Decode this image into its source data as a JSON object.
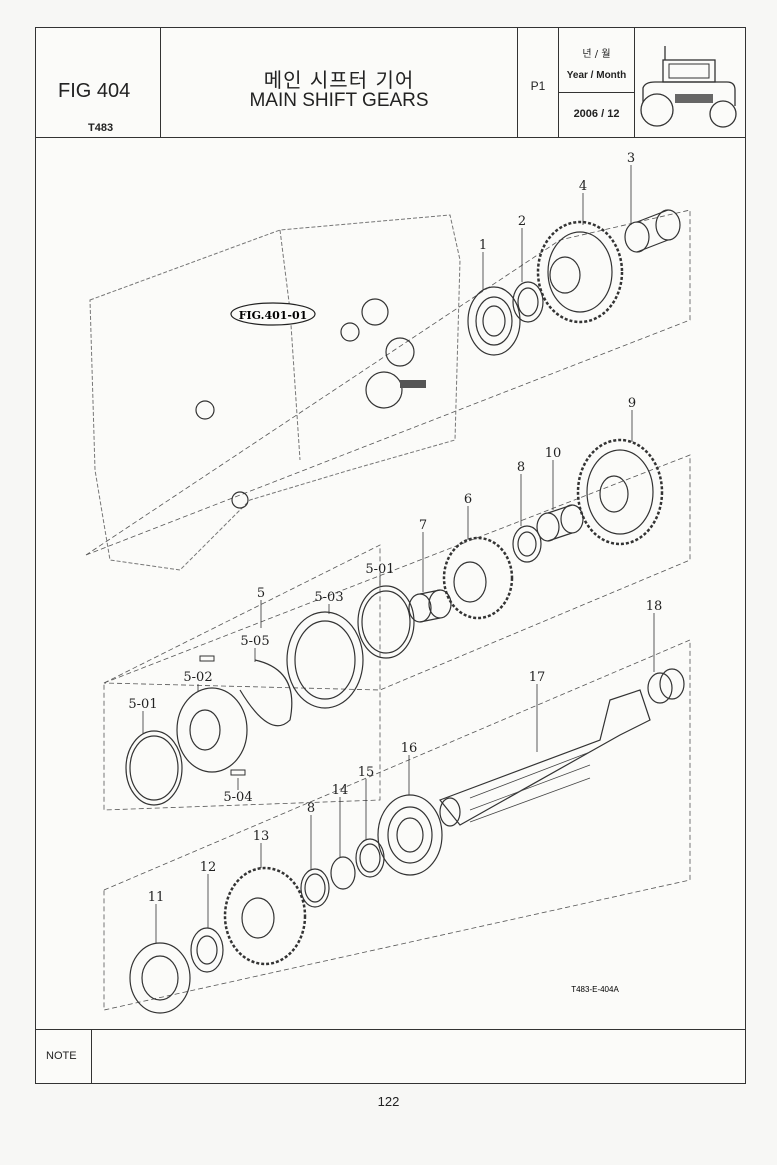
{
  "header": {
    "fig_no": "FIG 404",
    "model": "T483",
    "title_ko": "메인 시프터 기어",
    "title_en": "MAIN SHIFT GEARS",
    "page": "P1",
    "date_label_ko": "년 / 월",
    "date_label_en": "Year / Month",
    "date_value": "2006 / 12",
    "thumbnail_icon": "tractor-icon"
  },
  "diagram": {
    "ref_tag": "FIG.401-01",
    "drawing_code": "T483-E-404A",
    "labels": [
      "1",
      "2",
      "3",
      "4",
      "5",
      "5-01",
      "5-01",
      "5-02",
      "5-03",
      "5-04",
      "5-05",
      "6",
      "7",
      "8",
      "8",
      "9",
      "10",
      "11",
      "12",
      "13",
      "14",
      "15",
      "16",
      "17",
      "18"
    ]
  },
  "note": {
    "label": "NOTE",
    "text": ""
  },
  "footer": {
    "page_number": "122"
  }
}
